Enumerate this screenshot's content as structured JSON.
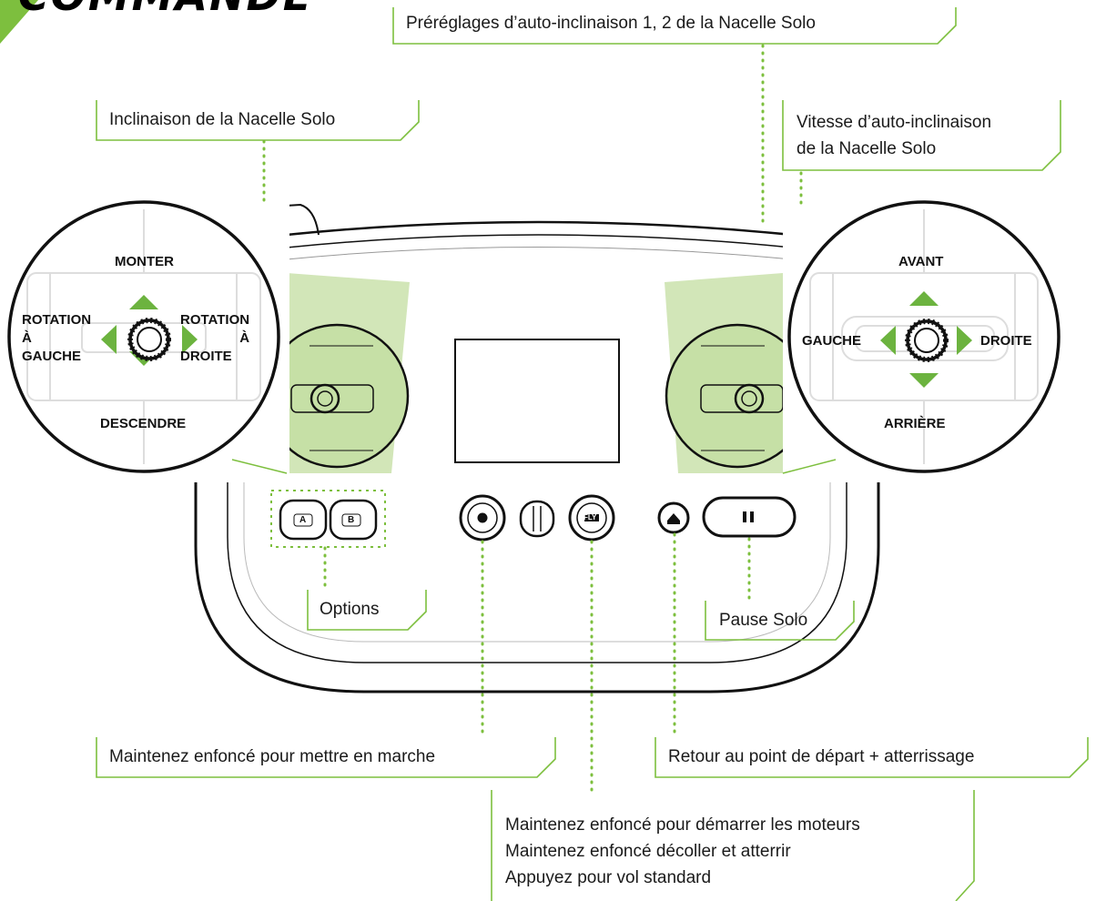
{
  "header": {
    "title": "COMMANDE"
  },
  "colors": {
    "accent": "#7dbf3e",
    "accent_light": "#cde3b0",
    "outline": "#111111"
  },
  "left_stick": {
    "up": "MONTER",
    "down": "DESCENDRE",
    "left_lines": [
      "ROTATION",
      "À",
      "GAUCHE"
    ],
    "right_lines": [
      "ROTATION",
      "À",
      "DROITE"
    ]
  },
  "right_stick": {
    "up": "AVANT",
    "down": "ARRIÈRE",
    "left": "GAUCHE",
    "right": "DROITE"
  },
  "buttons": {
    "a": "A",
    "b": "B",
    "fly": "FLY"
  },
  "callouts": {
    "presets": "Préréglages d’auto-inclinaison 1, 2 de la Nacelle Solo",
    "tilt": "Inclinaison de la Nacelle Solo",
    "speed_lines": [
      "Vitesse d’auto-inclinaison",
      "de la Nacelle Solo"
    ],
    "options": "Options",
    "pause": "Pause Solo",
    "power": "Maintenez enfoncé pour mettre en marche",
    "home": "Retour au point de départ + atterrissage",
    "fly_lines": [
      "Maintenez enfoncé pour démarrer les moteurs",
      "Maintenez enfoncé décoller et atterrir",
      "Appuyez pour vol standard"
    ]
  }
}
